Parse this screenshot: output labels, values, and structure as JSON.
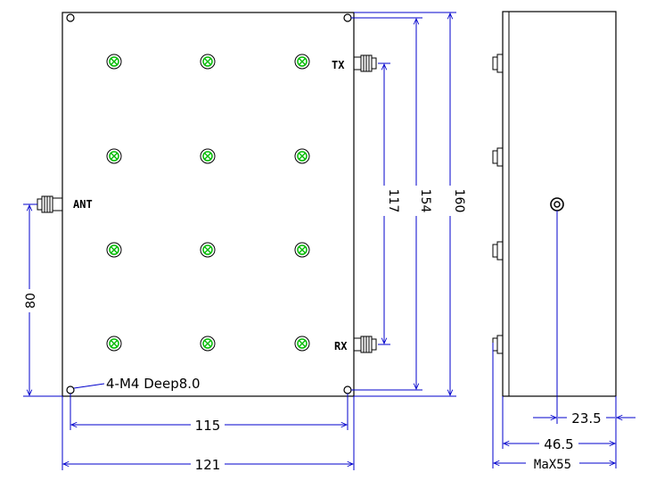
{
  "front_view": {
    "connectors": {
      "tx_label": "TX",
      "rx_label": "RX",
      "ant_label": "ANT"
    },
    "hole_note": "4-M4 Deep8.0",
    "dimensions": {
      "tx_rx_spacing": "117",
      "hole_vertical_spacing": "154",
      "overall_height": "160",
      "ant_height": "80",
      "hole_horizontal_spacing": "115",
      "overall_width": "121"
    }
  },
  "side_view": {
    "dimensions": {
      "connector_offset": "23.5",
      "body_depth": "46.5",
      "max_depth": "MaX55"
    }
  },
  "colors": {
    "outline": "#000000",
    "dimension": "#0000cc",
    "screw": "#00bb00"
  }
}
